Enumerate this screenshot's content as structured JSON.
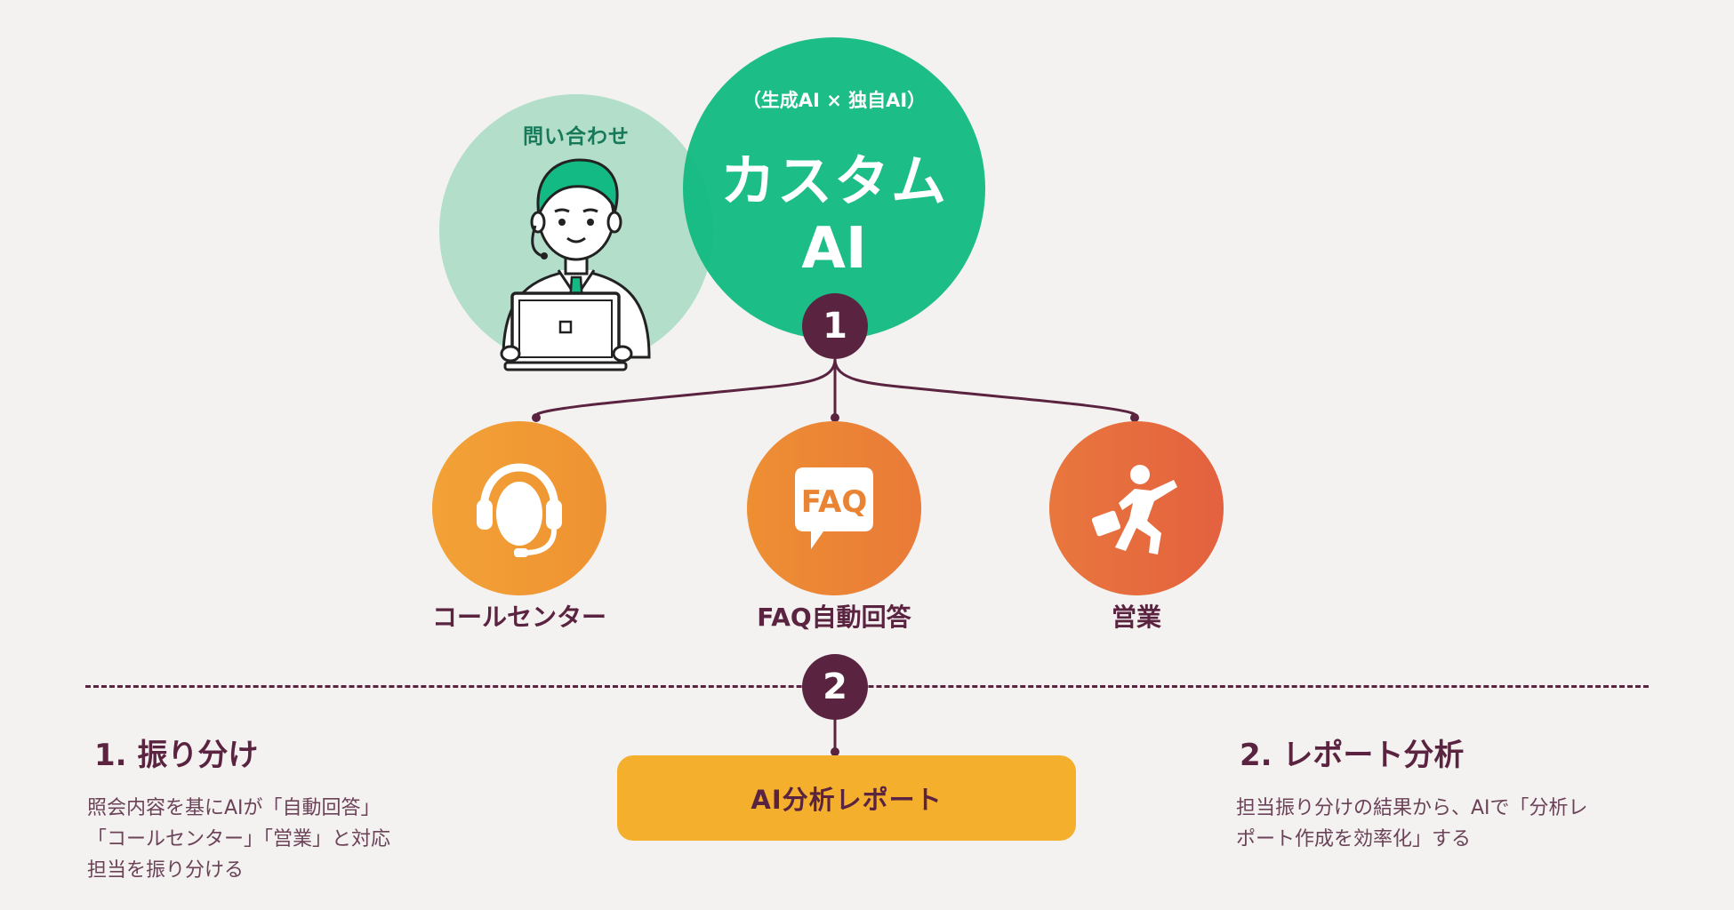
{
  "inquiry": {
    "label": "問い合わせ"
  },
  "custom_ai": {
    "subtitle": "（生成AI × 独自AI）",
    "title_line1": "カスタム",
    "title_line2": "AI"
  },
  "steps": {
    "step1": "1",
    "step2": "2"
  },
  "channels": [
    {
      "label": "コールセンター",
      "icon": "headset-icon"
    },
    {
      "label": "FAQ自動回答",
      "icon": "faq-bubble-icon",
      "icon_text": "FAQ"
    },
    {
      "label": "営業",
      "icon": "salesperson-icon"
    }
  ],
  "report": {
    "label": "AI分析レポート"
  },
  "sections": [
    {
      "title": "1. 振り分け",
      "lines": [
        "照会内容を基にAIが「自動回答」",
        "「コールセンター」「営業」と対応",
        "担当を振り分ける"
      ]
    },
    {
      "title": "2. レポート分析",
      "lines": [
        "担当振り分けの結果から、AIで「分析レ",
        "ポート作成を効率化」する"
      ]
    }
  ],
  "colors": {
    "background": "#f3f2f0",
    "primary_dark": "#5a2340",
    "ai_green": "#14ba83",
    "inquiry_green": "#b3dfca",
    "report_yellow": "#f4af2c",
    "orange_light": "#f3a237",
    "orange_dark": "#e4613f"
  }
}
